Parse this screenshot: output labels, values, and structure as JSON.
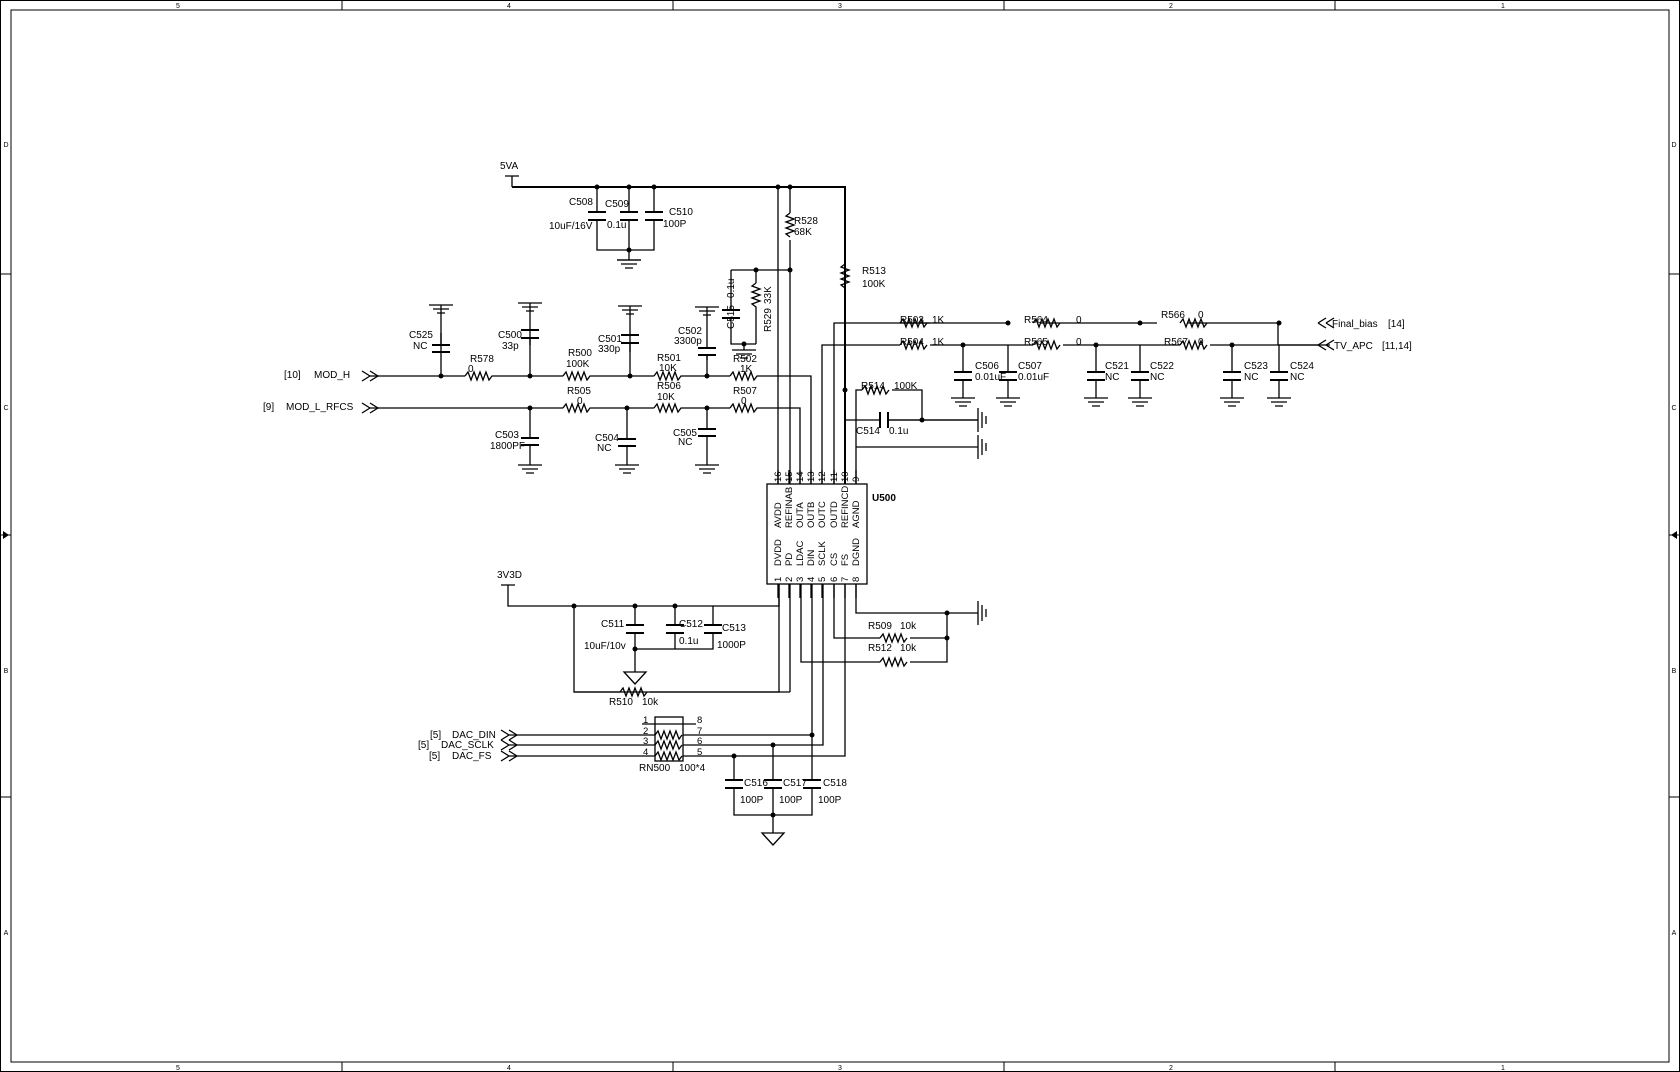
{
  "frame": {
    "columns": [
      "5",
      "4",
      "3",
      "2",
      "1"
    ],
    "rows": [
      "D",
      "C",
      "B",
      "A"
    ]
  },
  "power": {
    "vcc5": "5VA",
    "vcc33": "3V3D"
  },
  "ports": {
    "mod_h": {
      "ref": "[10]",
      "name": "MOD_H"
    },
    "mod_l": {
      "ref": "[9]",
      "name": "MOD_L_RFCS"
    },
    "final_bias": {
      "name": "Final_bias",
      "ref": "[14]"
    },
    "tv_apc": {
      "name": "TV_APC",
      "ref": "[11,14]"
    },
    "dac_din": {
      "ref": "[5]",
      "name": "DAC_DIN"
    },
    "dac_sclk": {
      "ref": "[5]",
      "name": "DAC_SCLK"
    },
    "dac_fs": {
      "ref": "[5]",
      "name": "DAC_FS"
    }
  },
  "components": {
    "C508": {
      "ref": "C508",
      "val": "10uF/16V"
    },
    "C509": {
      "ref": "C509",
      "val": "0.1u"
    },
    "C510": {
      "ref": "C510",
      "val": "100P"
    },
    "R528": {
      "ref": "R528",
      "val": "68K"
    },
    "R513": {
      "ref": "R513",
      "val": "100K"
    },
    "C515": {
      "ref": "C515",
      "val": "0.1u"
    },
    "R529": {
      "ref": "R529",
      "val": "33K"
    },
    "C525": {
      "ref": "C525",
      "val": "NC"
    },
    "C500": {
      "ref": "C500",
      "val": "33p"
    },
    "C501": {
      "ref": "C501",
      "val": "330p"
    },
    "C502": {
      "ref": "C502",
      "val": "3300p"
    },
    "R578": {
      "ref": "R578",
      "val": "0"
    },
    "R500": {
      "ref": "R500",
      "val": "100K"
    },
    "R501": {
      "ref": "R501",
      "val": "10K"
    },
    "R502": {
      "ref": "R502",
      "val": "1K"
    },
    "R505": {
      "ref": "R505",
      "val": "0"
    },
    "R506": {
      "ref": "R506",
      "val": "10K"
    },
    "R507": {
      "ref": "R507",
      "val": "0"
    },
    "C503": {
      "ref": "C503",
      "val": "1800PF"
    },
    "C504": {
      "ref": "C504",
      "val": "NC"
    },
    "C505": {
      "ref": "C505",
      "val": "NC"
    },
    "R503": {
      "ref": "R503",
      "val": "1K"
    },
    "R504": {
      "ref": "R504",
      "val": "1K"
    },
    "R564": {
      "ref": "R564",
      "val": "0"
    },
    "R565": {
      "ref": "R565",
      "val": "0"
    },
    "R566": {
      "ref": "R566",
      "val": "0"
    },
    "R567": {
      "ref": "R567",
      "val": "0"
    },
    "C506": {
      "ref": "C506",
      "val": "0.01uF"
    },
    "C507": {
      "ref": "C507",
      "val": "0.01uF"
    },
    "C521": {
      "ref": "C521",
      "val": "NC"
    },
    "C522": {
      "ref": "C522",
      "val": "NC"
    },
    "C523": {
      "ref": "C523",
      "val": "NC"
    },
    "C524": {
      "ref": "C524",
      "val": "NC"
    },
    "R514": {
      "ref": "R514",
      "val": "100K"
    },
    "C514": {
      "ref": "C514",
      "val": "0.1u"
    },
    "C511": {
      "ref": "C511",
      "val": "10uF/10v"
    },
    "C512": {
      "ref": "C512",
      "val": "0.1u"
    },
    "C513": {
      "ref": "C513",
      "val": "1000P"
    },
    "R510": {
      "ref": "R510",
      "val": "10k"
    },
    "R509": {
      "ref": "R509",
      "val": "10k"
    },
    "R512": {
      "ref": "R512",
      "val": "10k"
    },
    "RN500": {
      "ref": "RN500",
      "val": "100*4"
    },
    "C516": {
      "ref": "C516",
      "val": "100P"
    },
    "C517": {
      "ref": "C517",
      "val": "100P"
    },
    "C518": {
      "ref": "C518",
      "val": "100P"
    }
  },
  "ic": {
    "ref": "U500",
    "top_pins": [
      "16",
      "15",
      "14",
      "13",
      "12",
      "11",
      "10",
      "9"
    ],
    "top_names": [
      "AVDD",
      "REFINAB",
      "OUTA",
      "OUTB",
      "OUTC",
      "OUTD",
      "REFINCD",
      "AGND"
    ],
    "bottom_pins": [
      "1",
      "2",
      "3",
      "4",
      "5",
      "6",
      "7",
      "8"
    ],
    "bottom_names": [
      "DVDD",
      "PD",
      "LDAC",
      "DIN",
      "SCLK",
      "CS",
      "FS",
      "DGND"
    ]
  },
  "rn_pins": {
    "left": [
      "1",
      "2",
      "3",
      "4"
    ],
    "right": [
      "8",
      "7",
      "6",
      "5"
    ]
  }
}
